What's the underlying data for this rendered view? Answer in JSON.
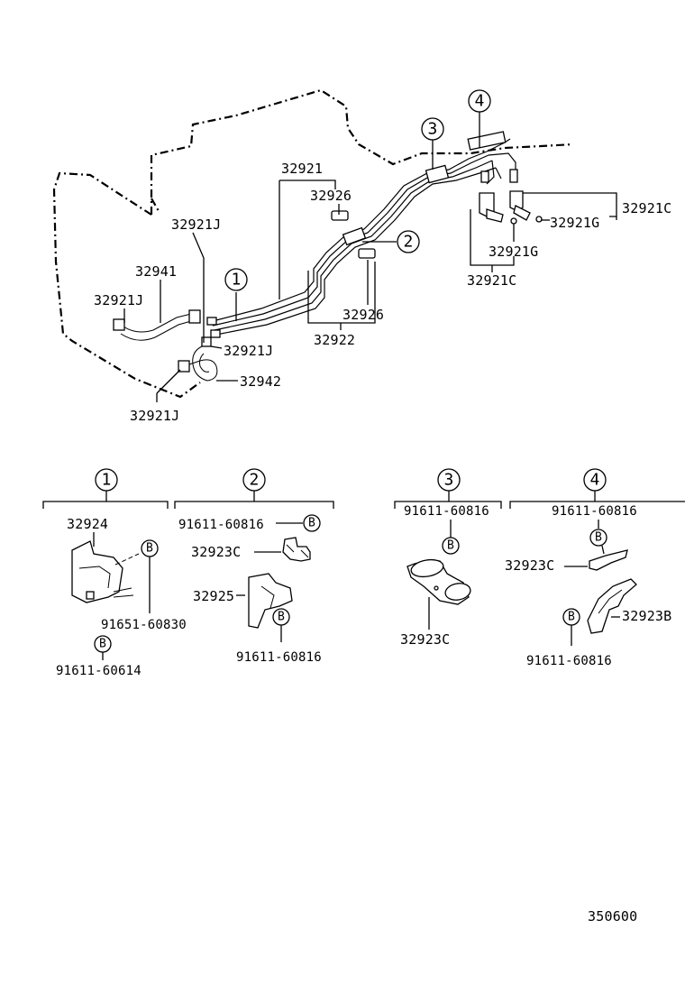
{
  "callouts": {
    "c1": "1",
    "c2": "2",
    "c3": "3",
    "c4": "4",
    "b": "B"
  },
  "main": {
    "p32921": "32921",
    "p32926_top": "32926",
    "p32921J_top": "32921J",
    "p32941": "32941",
    "p32921J_left": "32921J",
    "p32921J_mid": "32921J",
    "p32942": "32942",
    "p32921J_bottom": "32921J",
    "p32926_bottom": "32926",
    "p32922": "32922",
    "p32921C_right": "32921C",
    "p32921G_right": "32921G",
    "p32921G_mid": "32921G",
    "p32921C_bottom": "32921C"
  },
  "detail1": {
    "p32924": "32924",
    "p91651": "91651-60830",
    "p91611": "91611-60614"
  },
  "detail2": {
    "p91611_top": "91611-60816",
    "p32923C": "32923C",
    "p32925": "32925",
    "p91611_bottom": "91611-60816"
  },
  "detail3": {
    "p91611": "91611-60816",
    "p32923C": "32923C"
  },
  "detail4": {
    "p91611_top": "91611-60816",
    "p32923C": "32923C",
    "p32923B": "32923B",
    "p91611_bottom": "91611-60816"
  },
  "footer": {
    "code": "350600"
  }
}
